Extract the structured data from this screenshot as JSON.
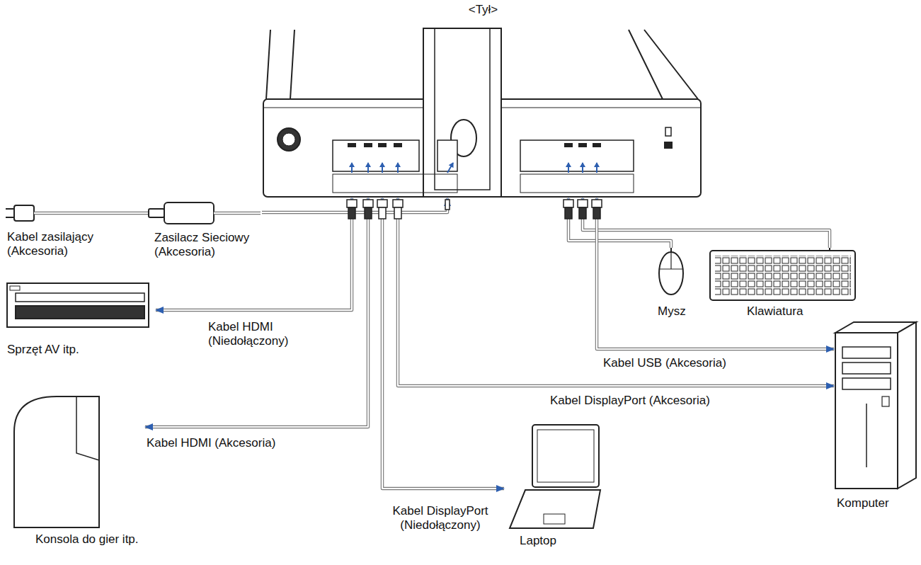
{
  "diagram": {
    "nodes": [
      {
        "text": [
          "<Tył>"
        ]
      },
      {
        "text": [
          "Zasilacz Sieciowy (Akcesoria)"
        ]
      },
      {
        "text": [
          "Mysz"
        ]
      },
      {
        "text": [
          "Klawiatura"
        ]
      },
      {
        "text": [
          "Sprzęt AV itp."
        ]
      },
      {
        "text": [
          "Komputer"
        ]
      },
      {
        "text": [
          "Konsola do gier itp."
        ]
      },
      {
        "text": [
          "Laptop"
        ]
      }
    ],
    "edges": [
      {
        "from": 1,
        "to": 0,
        "arrow": "to"
      },
      {
        "from": 0,
        "to": 4,
        "label": "Kabel HDMI (Niedołączony)",
        "arrow": "both"
      },
      {
        "from": 2,
        "to": 0,
        "arrow": "to"
      },
      {
        "from": 3,
        "to": 0,
        "arrow": "to"
      },
      {
        "from": 0,
        "to": 5,
        "label": "Kabel USB (Akcesoria)",
        "arrow": "both"
      },
      {
        "from": 0,
        "to": 5,
        "label": "Kabel DisplayPort (Akcesoria)",
        "arrow": "both"
      },
      {
        "from": 0,
        "to": 6,
        "label": "Kabel HDMI (Akcesoria)",
        "arrow": "both"
      },
      {
        "from": 0,
        "to": 7,
        "label": "Kabel DisplayPort (Niedołączony)",
        "arrow": "both"
      }
    ],
    "labels": [
      "Kabel zasilający (Akcesoria)"
    ]
  }
}
